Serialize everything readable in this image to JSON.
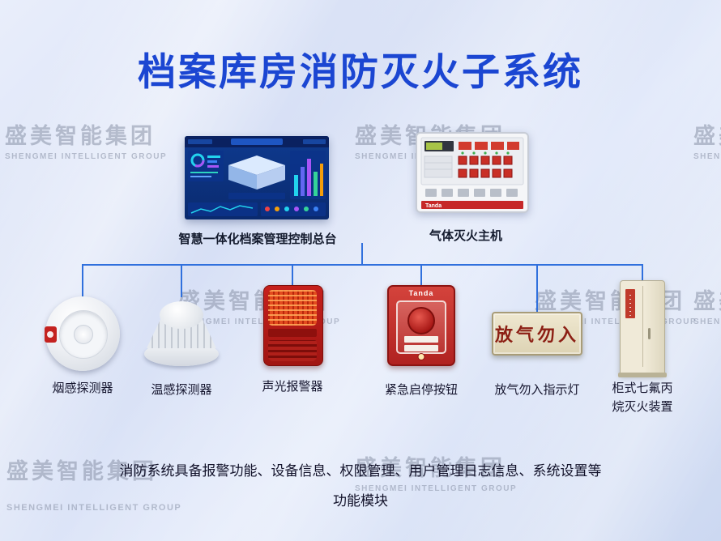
{
  "page": {
    "title": "档案库房消防灭火子系统"
  },
  "watermark": {
    "cn": "盛美智能集团",
    "en": "SHENGMEI INTELLIGENT GROUP"
  },
  "top_items": [
    {
      "label": "智慧一体化档案管理控制总台"
    },
    {
      "label": "气体灭火主机",
      "brand": "Tanda"
    }
  ],
  "devices": [
    {
      "label": "烟感探测器"
    },
    {
      "label": "温感探测器"
    },
    {
      "label": "声光报警器"
    },
    {
      "label": "紧急启停按钮",
      "brand": "Tanda"
    },
    {
      "label": "放气勿入指示灯",
      "sign_text": "放气勿入"
    },
    {
      "label_line1": "柜式七氟丙",
      "label_line2": "烷灭火装置"
    }
  ],
  "footer": {
    "line1": "消防系统具备报警功能、设备信息、权限管理、用户管理日志信息、系统设置等",
    "line2": "功能模块"
  }
}
